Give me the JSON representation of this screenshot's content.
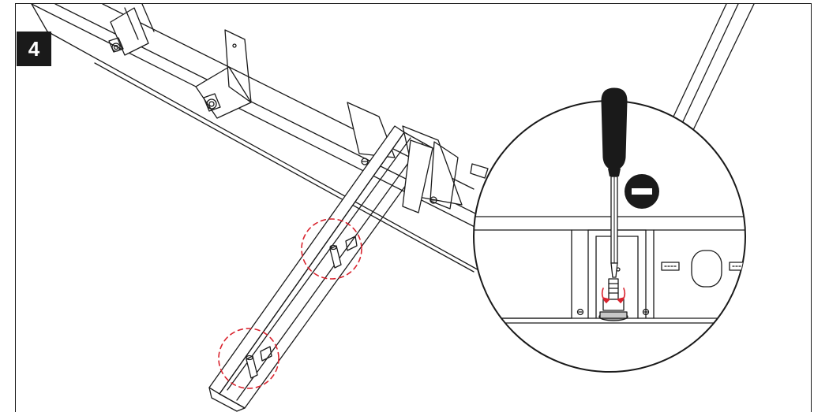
{
  "step": {
    "number": "4"
  },
  "colors": {
    "line": "#1a1a1a",
    "highlight": "#d9232e",
    "badge_background": "#1a1a1a",
    "badge_text": "#ffffff"
  },
  "icons": {
    "tool": "flathead-screwdriver-icon",
    "tool_type": "minus-sign-icon",
    "highlight": "dashed-circle-icon",
    "motion": "rotation-arrows-icon"
  },
  "callouts": {
    "highlighted_fasteners": 2,
    "magnified_detail": 1
  }
}
